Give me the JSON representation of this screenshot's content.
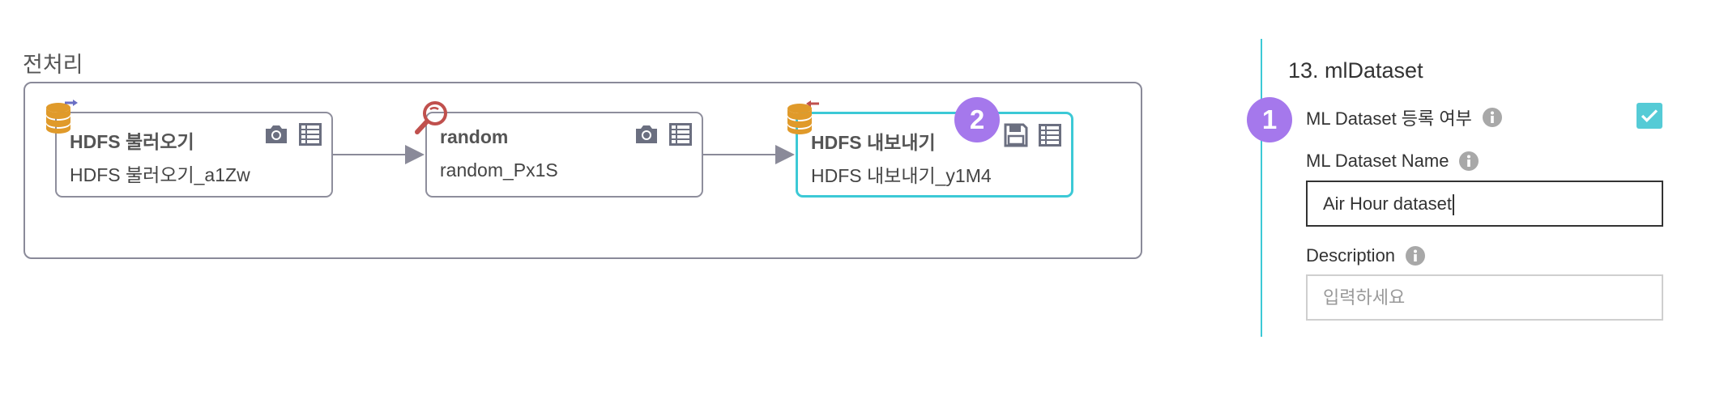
{
  "pipeline": {
    "section_title": "전처리",
    "nodes": [
      {
        "title": "HDFS 불러오기",
        "name": "HDFS 불러오기_a1Zw",
        "type_icon": "database-import-icon",
        "tools": [
          "camera-icon",
          "table-view-icon"
        ]
      },
      {
        "title": "random",
        "name": "random_Px1S",
        "type_icon": "magnifier-icon",
        "tools": [
          "camera-icon",
          "table-view-icon"
        ]
      },
      {
        "title": "HDFS 내보내기",
        "name": "HDFS 내보내기_y1M4",
        "type_icon": "database-export-icon",
        "tools": [
          "save-icon",
          "table-view-icon"
        ],
        "selected": true
      }
    ]
  },
  "badges": {
    "step1": "1",
    "step2": "2"
  },
  "panel": {
    "title": "13. mlDataset",
    "register_label": "ML Dataset 등록 여부",
    "register_checked": true,
    "name_label": "ML Dataset Name",
    "name_value": "Air Hour dataset",
    "description_label": "Description",
    "description_placeholder": "입력하세요"
  },
  "colors": {
    "accent": "#3cc9d6",
    "badge": "#a578ec",
    "database_icon": "#e09a2a",
    "random_icon": "#c0504d",
    "tool_icon": "#6b6f80"
  }
}
